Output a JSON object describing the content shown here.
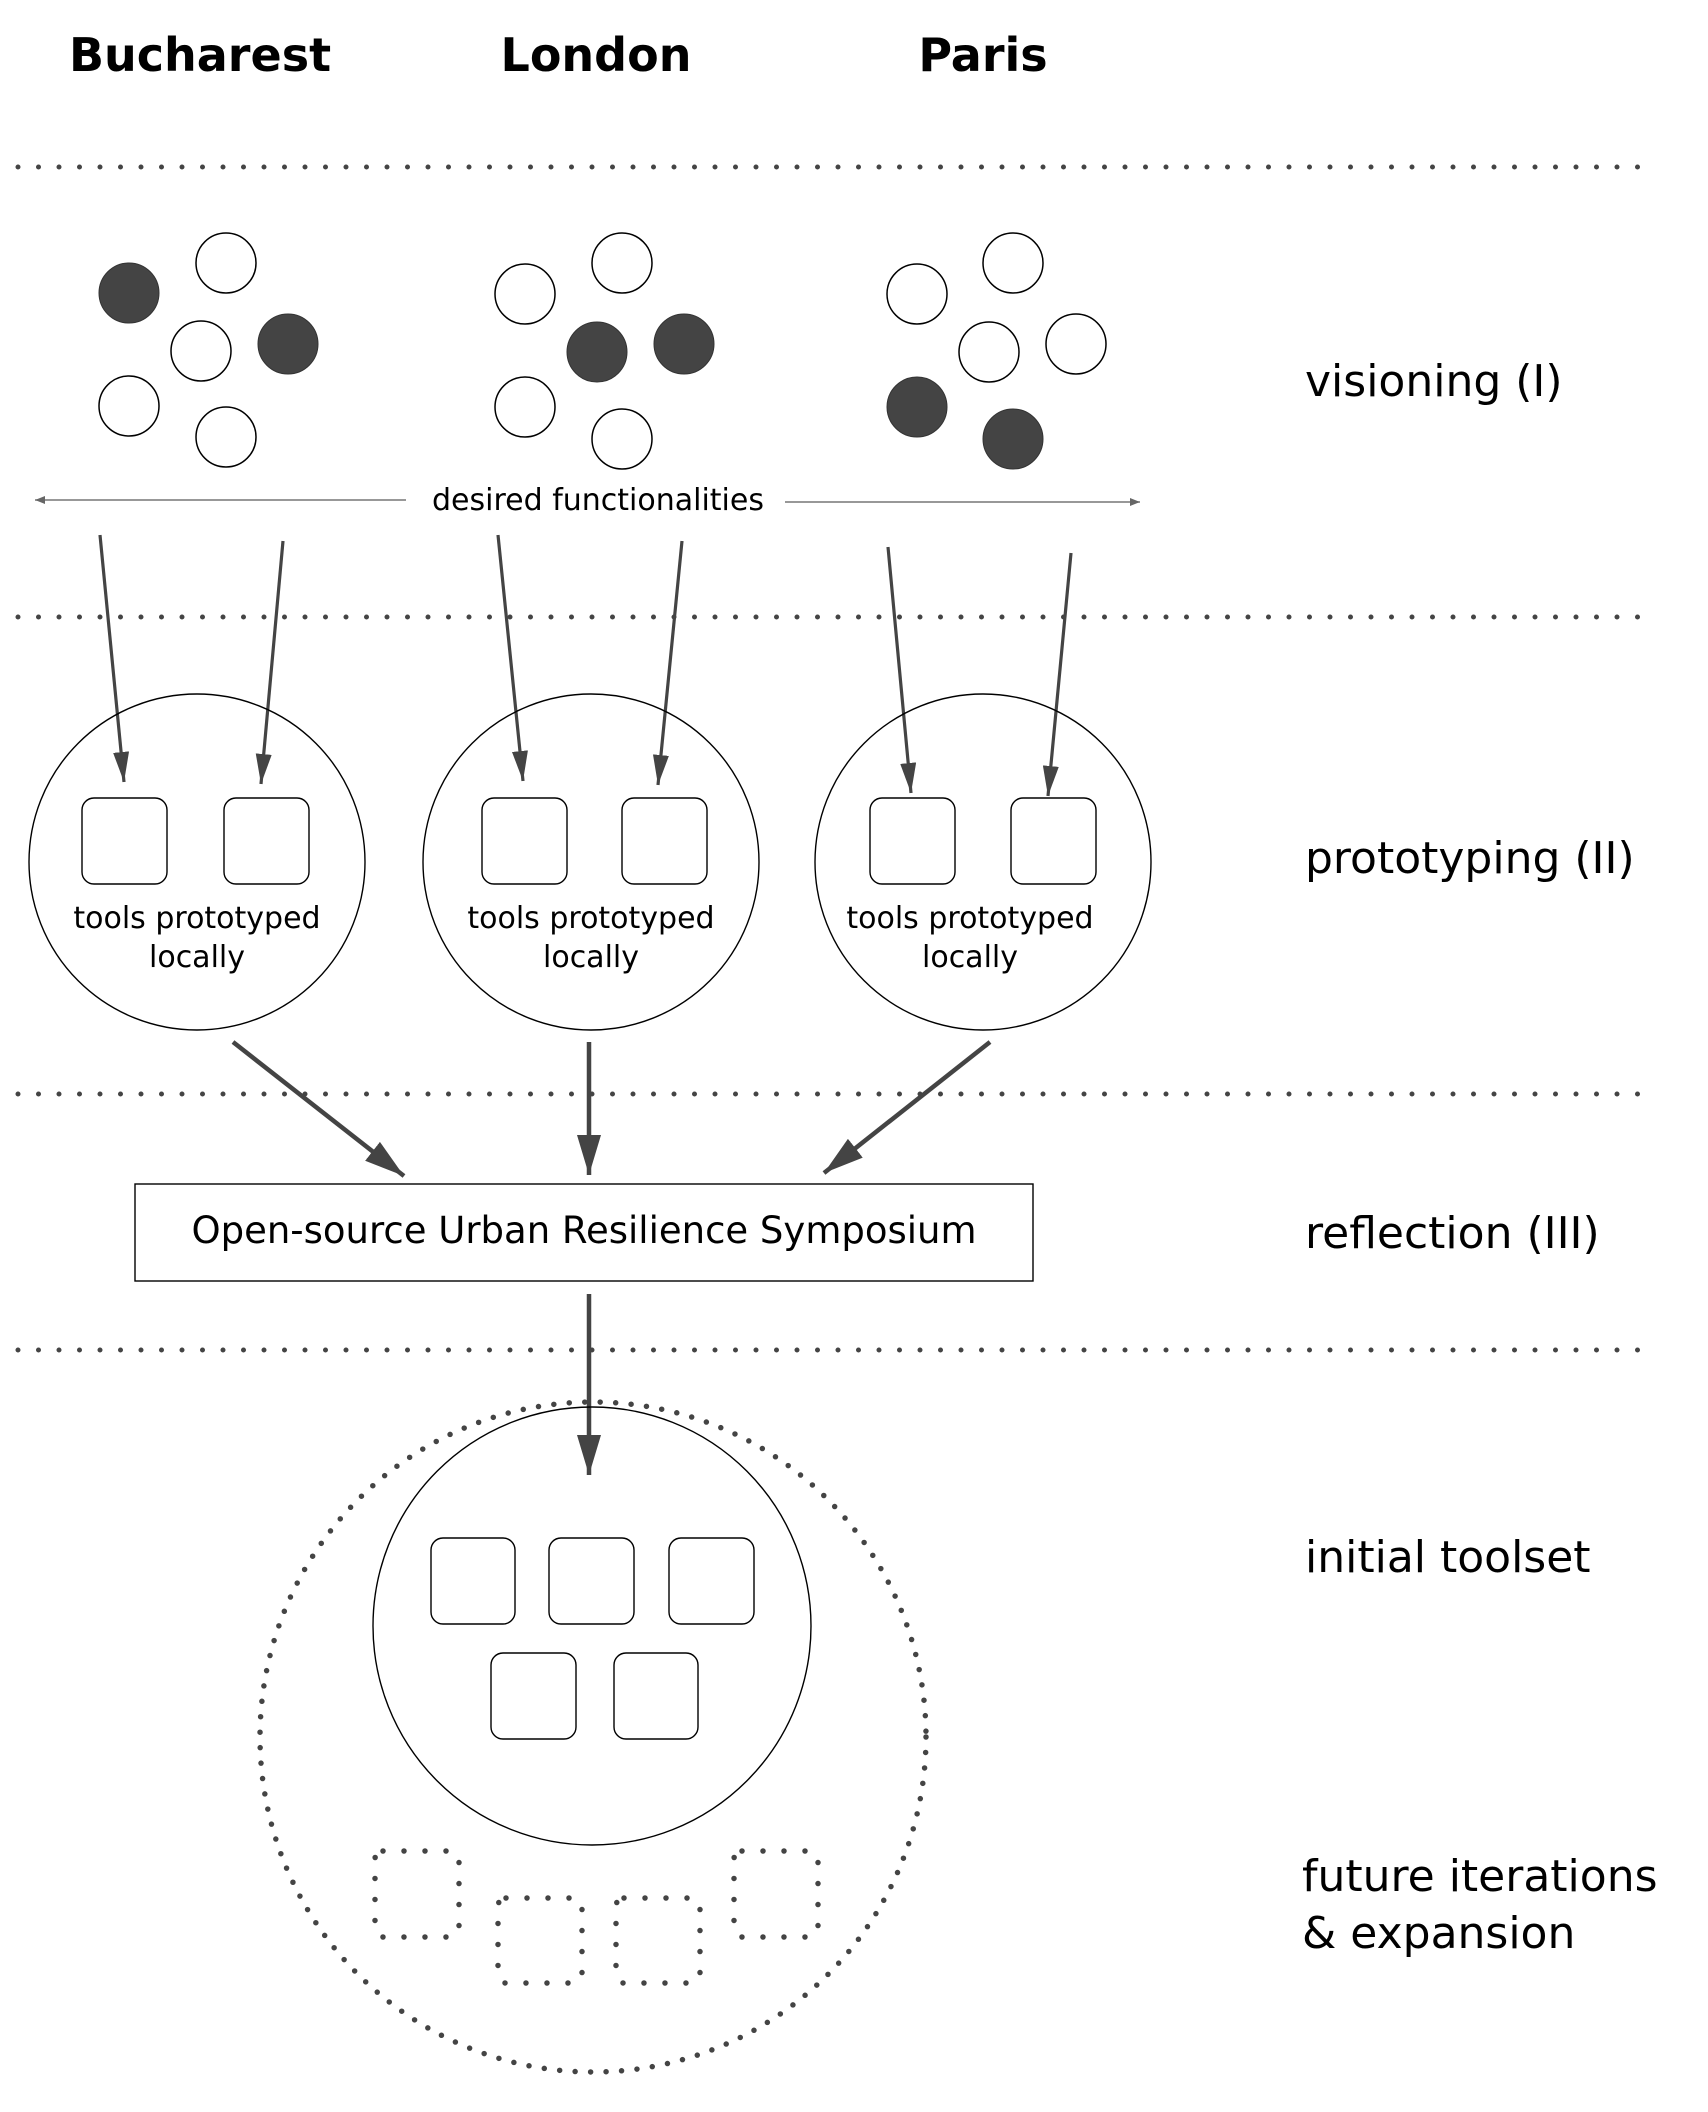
{
  "title": "Open-source urban resilience toolset development process",
  "cities": [
    {
      "name": "Bucharest",
      "desired_functionalities": {
        "selected": 2,
        "total": 6
      }
    },
    {
      "name": "London",
      "desired_functionalities": {
        "selected": 2,
        "total": 6
      }
    },
    {
      "name": "Paris",
      "desired_functionalities": {
        "selected": 2,
        "total": 6
      }
    }
  ],
  "desired_functionalities_label": "desired functionalities",
  "prototype_label": {
    "line1": "tools prototyped",
    "line2": "locally"
  },
  "prototype_tools_per_city": 2,
  "symposium_label": "Open-source Urban Resilience Symposium",
  "initial_toolset_count": 5,
  "future_tool_placeholders": 4,
  "phases": [
    {
      "id": "visioning",
      "label": "visioning (I)"
    },
    {
      "id": "prototyping",
      "label": "prototyping (II)"
    },
    {
      "id": "reflection",
      "label": "reflection (III)"
    },
    {
      "id": "initial-toolset",
      "label": "initial toolset"
    },
    {
      "id": "future",
      "label_line1": "future iterations",
      "label_line2": "& expansion"
    }
  ],
  "colors": {
    "filled_bubble": "#444444",
    "arrow": "#444444",
    "text": "#000000",
    "background": "#ffffff"
  }
}
